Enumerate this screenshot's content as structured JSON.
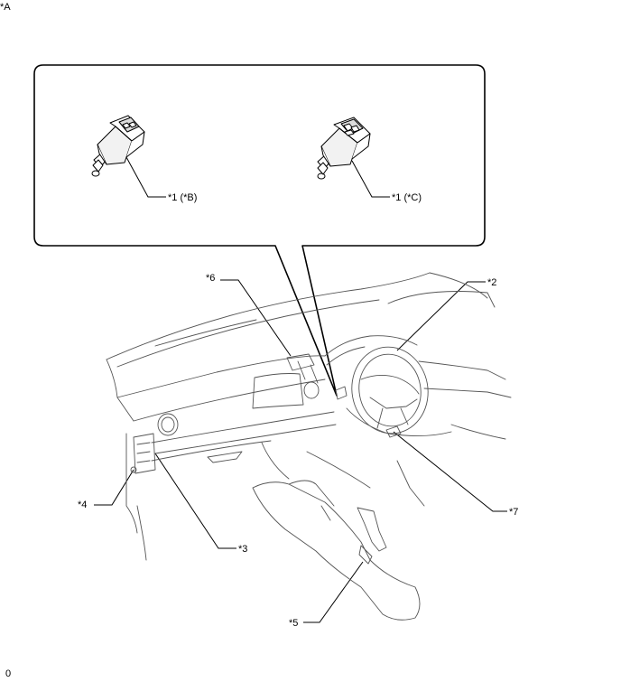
{
  "header": {
    "view_label": "*A"
  },
  "footer": {
    "code": "0"
  },
  "callouts": {
    "c1b": "*1 (*B)",
    "c1c": "*1 (*C)",
    "c2": "*2",
    "c3": "*3",
    "c4": "*4",
    "c5": "*5",
    "c6": "*6",
    "c7": "*7"
  },
  "colors": {
    "line": "#000000",
    "sketch": "#555555",
    "background": "#ffffff"
  }
}
